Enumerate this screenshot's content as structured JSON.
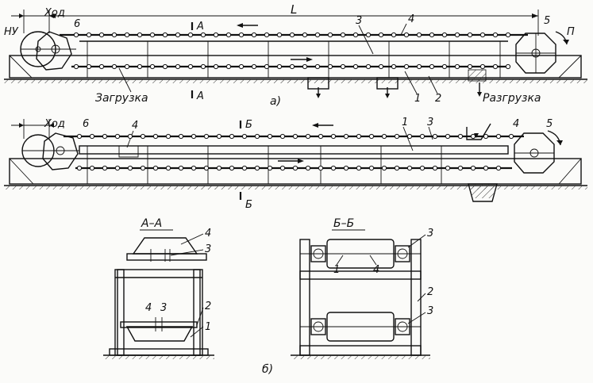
{
  "figure_a": {
    "stroke_label": "Ход",
    "nu_label": "НУ",
    "six_label": "6",
    "length_label": "L",
    "section_label": "А",
    "number_labels": [
      "3",
      "4",
      "5",
      "1",
      "2"
    ],
    "rotation_label": "П",
    "load_label": "Загрузка",
    "unload_label": "Разгрузка",
    "caption": "а)"
  },
  "figure_b": {
    "stroke_label": "Ход",
    "six_label": "6",
    "section_label": "Б",
    "number_labels": [
      "4",
      "1",
      "3",
      "4",
      "5"
    ]
  },
  "section_aa": {
    "title": "А–А",
    "number_labels": [
      "4",
      "3",
      "4",
      "3",
      "2",
      "1"
    ]
  },
  "section_bb": {
    "title": "Б–Б",
    "number_labels": [
      "3",
      "1",
      "4",
      "2",
      "3"
    ]
  },
  "bottom_caption": "б)"
}
